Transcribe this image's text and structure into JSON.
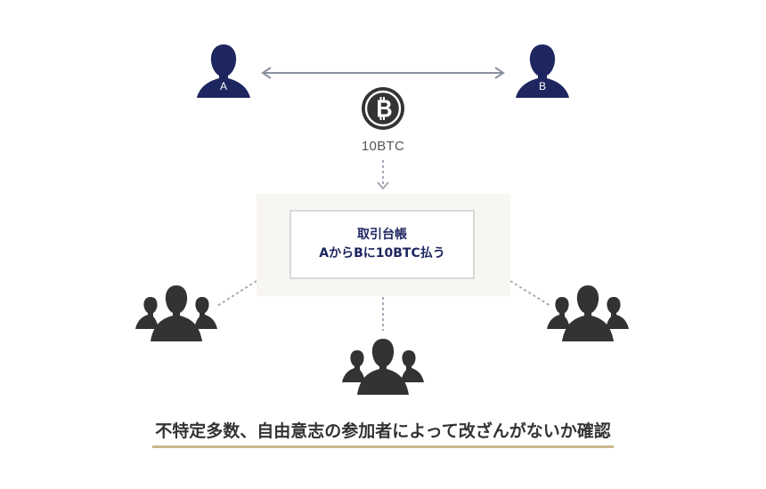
{
  "people": {
    "a_label": "A",
    "b_label": "B"
  },
  "transfer": {
    "amount": "10BTC"
  },
  "ledger": {
    "title": "取引台帳",
    "entry": "AからBに10BTC払う"
  },
  "caption": "不特定多数、自由意志の参加者によって改ざんがないか確認",
  "colors": {
    "person": "#1e2660",
    "group": "#333333",
    "arrow": "#8a8fa3",
    "connector": "#a8a8b8",
    "ledger_bg": "#f8f6f2",
    "underline": "#c9b88e"
  },
  "icons": {
    "person": "person-icon",
    "coin": "bitcoin-icon",
    "group": "group-icon"
  }
}
